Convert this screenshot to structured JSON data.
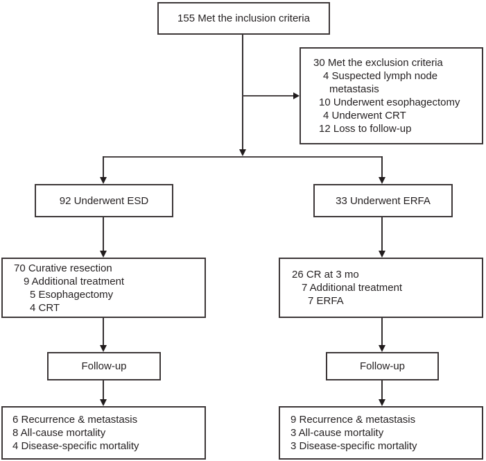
{
  "page": {
    "background": "#ffffff",
    "border_color": "#3c3637",
    "line_color": "#332e2f",
    "text_color": "#231f20"
  },
  "flowchart": {
    "inclusion": {
      "label": "155 Met the inclusion criteria"
    },
    "exclusion": {
      "lines": [
        {
          "text": "30 Met the exclusion criteria",
          "indent": 0
        },
        {
          "text": "4 Suspected lymph node",
          "indent": 2
        },
        {
          "text": "metastasis",
          "indent": 3
        },
        {
          "text": "10 Underwent esophagectomy",
          "indent": 1
        },
        {
          "text": "4 Underwent CRT",
          "indent": 2
        },
        {
          "text": "12 Loss to follow-up",
          "indent": 1
        }
      ]
    },
    "esd": {
      "label": "92 Underwent ESD"
    },
    "erfa": {
      "label": "33 Underwent ERFA"
    },
    "esd_detail": {
      "lines": [
        {
          "text": "70 Curative resection",
          "indent": 0
        },
        {
          "text": "9 Additional treatment",
          "indent": 2
        },
        {
          "text": "5 Esophagectomy",
          "indent": 3
        },
        {
          "text": "4 CRT",
          "indent": 3
        }
      ]
    },
    "erfa_detail": {
      "lines": [
        {
          "text": "26 CR at 3 mo",
          "indent": 0
        },
        {
          "text": "7 Additional treatment",
          "indent": 2
        },
        {
          "text": "7 ERFA",
          "indent": 3
        }
      ]
    },
    "followup_left": {
      "label": "Follow-up"
    },
    "followup_right": {
      "label": "Follow-up"
    },
    "outcome_left": {
      "lines": [
        {
          "text": "6 Recurrence & metastasis",
          "indent": 0
        },
        {
          "text": "8 All-cause mortality",
          "indent": 0
        },
        {
          "text": "4 Disease-specific mortality",
          "indent": 0
        }
      ]
    },
    "outcome_right": {
      "lines": [
        {
          "text": "9 Recurrence & metastasis",
          "indent": 0
        },
        {
          "text": "3 All-cause mortality",
          "indent": 0
        },
        {
          "text": "3 Disease-specific mortality",
          "indent": 0
        }
      ]
    }
  }
}
